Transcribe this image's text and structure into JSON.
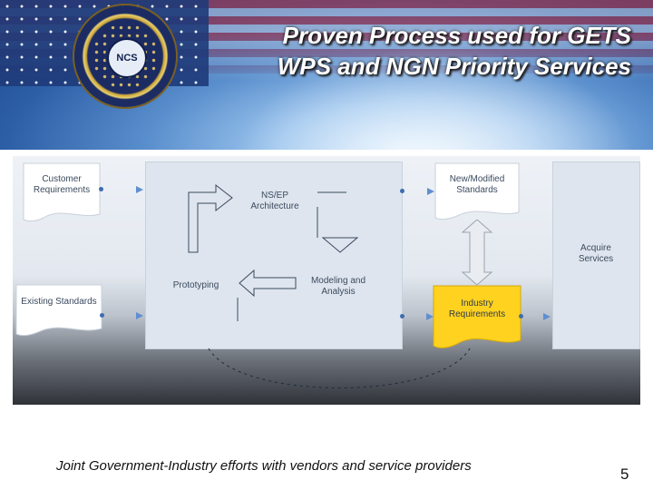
{
  "slide": {
    "title_line1": "Proven Process used for GETS",
    "title_line2": "WPS and NGN Priority Services",
    "seal_text": "NCS",
    "footer": "Joint Government-Industry efforts with vendors and service providers",
    "page_number": "5"
  },
  "diagram": {
    "customer_requirements": "Customer Requirements",
    "existing_standards": "Existing Standards",
    "ns_ep_architecture": "NS/EP Architecture",
    "prototyping": "Prototyping",
    "modeling_and_analysis": "Modeling and Analysis",
    "new_modified_standards": "New/Modified Standards",
    "industry_requirements": "Industry Requirements",
    "acquire_services": "Acquire Services"
  },
  "colors": {
    "industry_doc": "#ffd21f",
    "doc_white": "#ffffff",
    "arrow_blue": "#5f8fd0"
  }
}
